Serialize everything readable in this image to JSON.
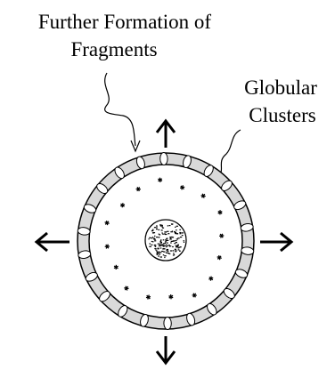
{
  "labels": {
    "fragments_line1": "Further Formation of",
    "fragments_line2": "Fragments",
    "globular_line1": "Globular",
    "globular_line2": "Clusters"
  },
  "colors": {
    "ink": "#000000",
    "halo": "#d9d9d9",
    "disk": "#ffffff"
  }
}
